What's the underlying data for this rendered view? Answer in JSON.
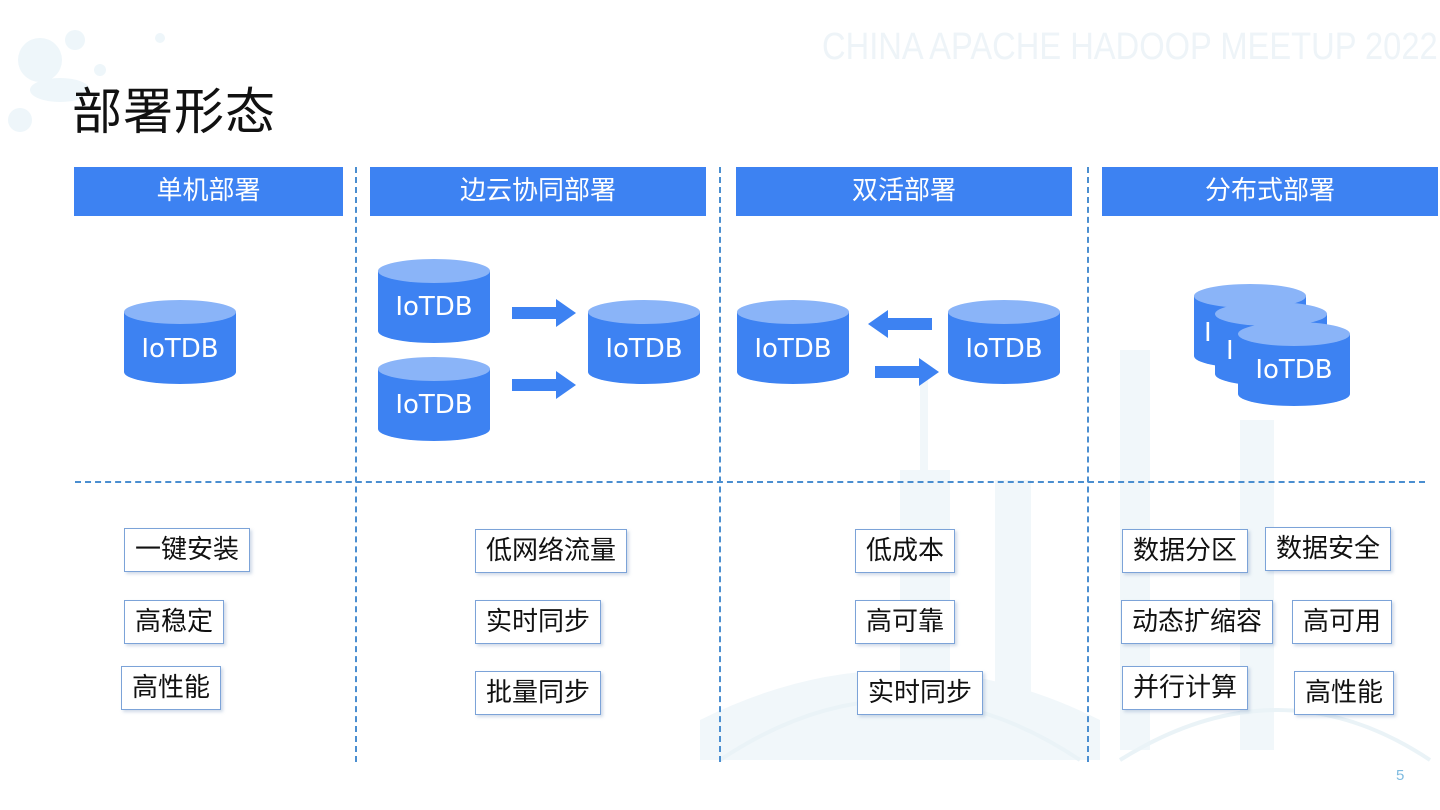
{
  "watermark": "CHINA APACHE HADOOP MEETUP 2022",
  "title": "部署形态",
  "page_number": "5",
  "db_label": "IoTDB",
  "db_partial_labels": [
    "I",
    "I"
  ],
  "colors": {
    "header": "#3d82f2",
    "db_body": "#3d82f2",
    "db_top": "#8ab4f8",
    "divider": "#4a8ed0",
    "tag_border": "#7ca3d8"
  },
  "columns": [
    {
      "header": "单机部署",
      "tags": [
        "一键安装",
        "高稳定",
        "高性能"
      ]
    },
    {
      "header": "边云协同部署",
      "tags": [
        "低网络流量",
        "实时同步",
        "批量同步"
      ]
    },
    {
      "header": "双活部署",
      "tags": [
        "低成本",
        "高可靠",
        "实时同步"
      ]
    },
    {
      "header": "分布式部署",
      "tags": [
        "数据分区",
        "数据安全",
        "动态扩缩容",
        "高可用",
        "并行计算",
        "高性能"
      ]
    }
  ]
}
